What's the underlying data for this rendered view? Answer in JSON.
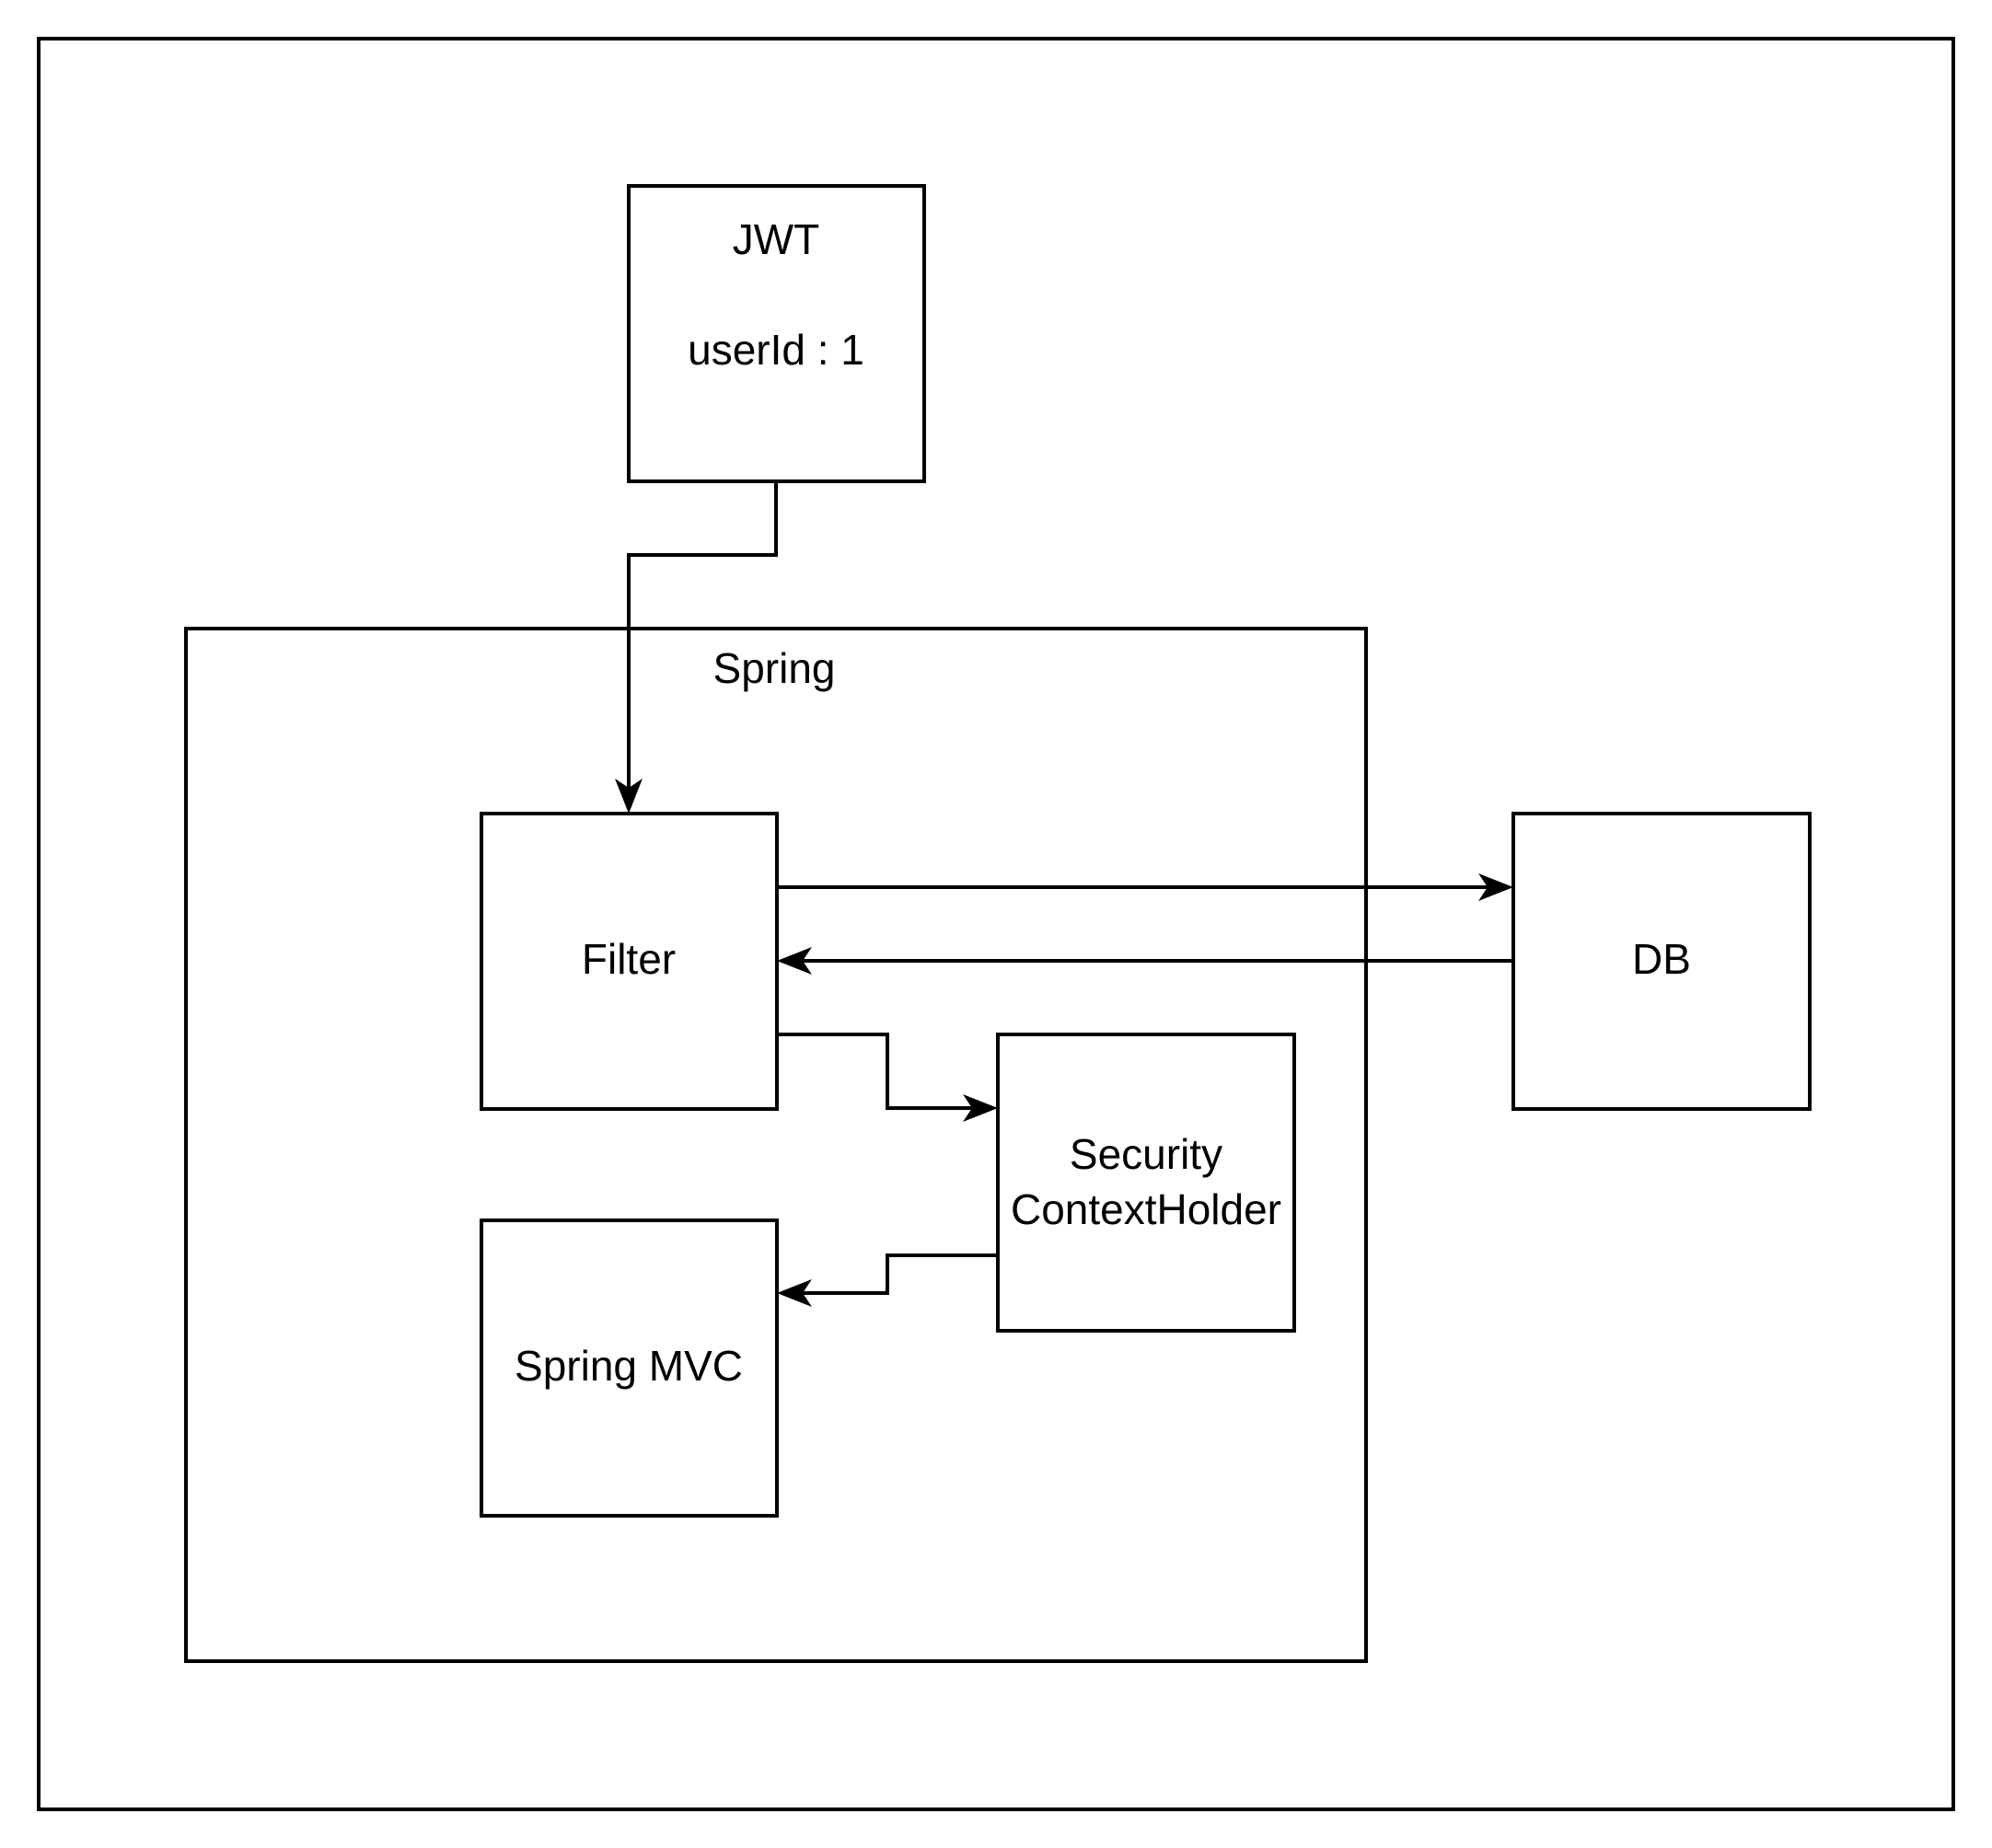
{
  "nodes": {
    "jwt": {
      "title": "JWT",
      "detail": "userId : 1"
    },
    "spring": {
      "label": "Spring"
    },
    "filter": {
      "label": "Filter"
    },
    "db": {
      "label": "DB"
    },
    "security": {
      "line1": "Security",
      "line2": "ContextHolder"
    },
    "spring_mvc": {
      "label": "Spring MVC"
    }
  },
  "colors": {
    "stroke": "#000000",
    "background": "#ffffff"
  }
}
